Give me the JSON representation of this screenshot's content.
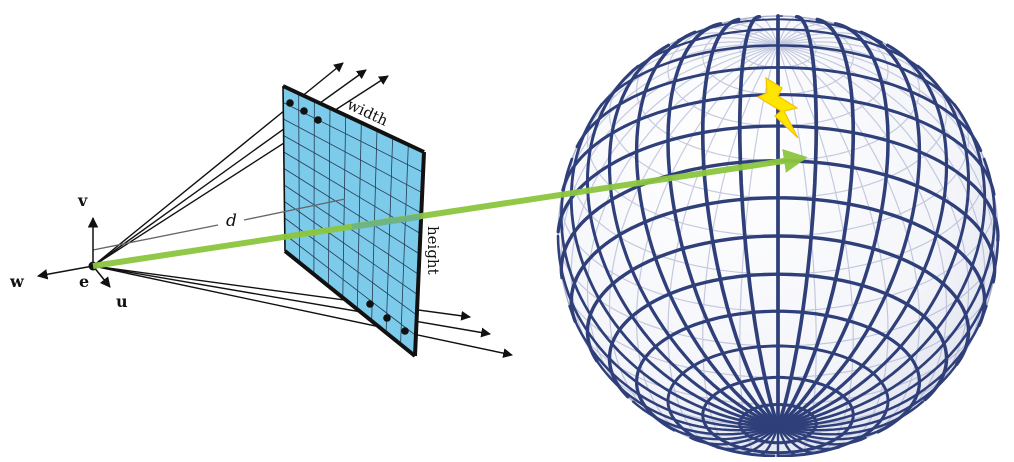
{
  "labels": {
    "w": "w",
    "v": "v",
    "u": "u",
    "e": "e",
    "d": "d",
    "width": "width",
    "height": "height"
  },
  "colors": {
    "image_plane_fill": "#7ccbea",
    "ray_green": "#8cc63f",
    "sphere_line": "#2f3f7a",
    "lightning": "#ffe600",
    "ink": "#111111"
  }
}
